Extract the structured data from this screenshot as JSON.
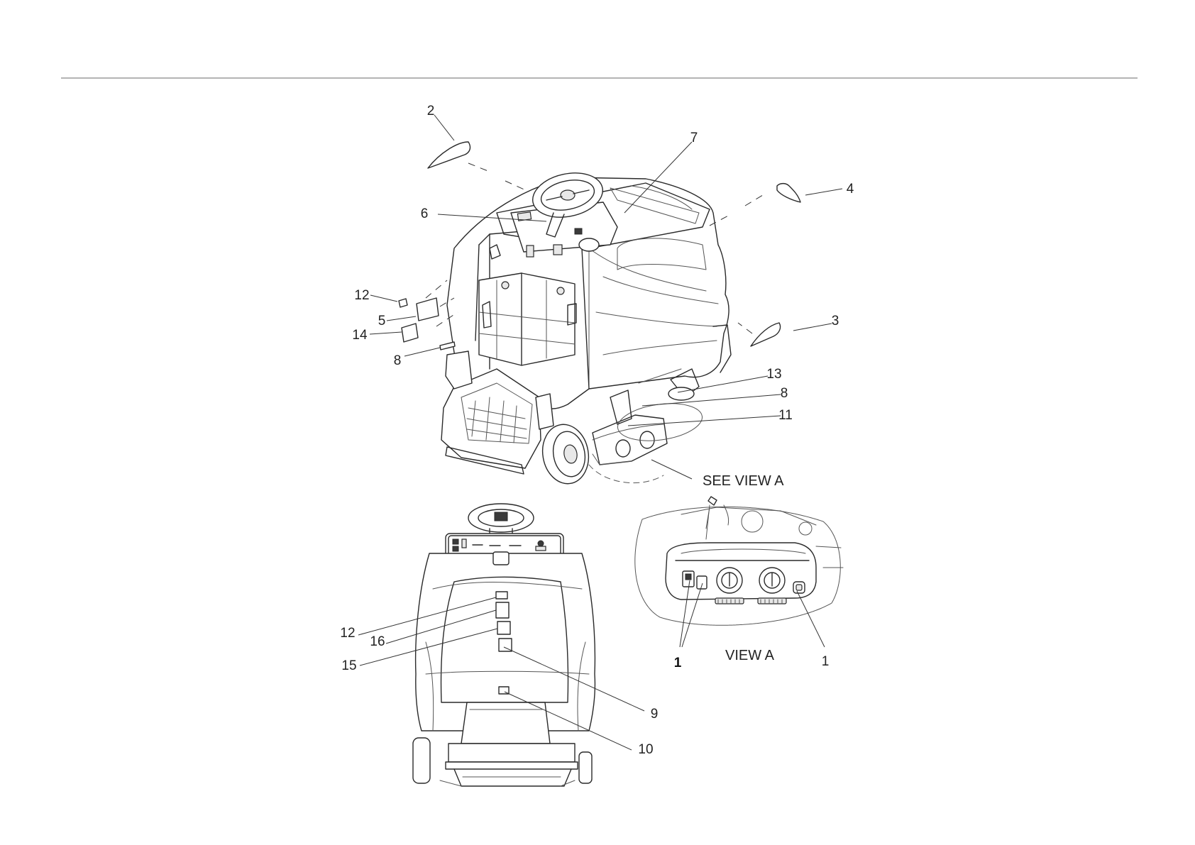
{
  "callouts": {
    "top_2": "2",
    "top_7": "7",
    "top_4": "4",
    "top_6": "6",
    "top_12": "12",
    "top_5": "5",
    "top_14": "14",
    "top_8_left": "8",
    "top_3": "3",
    "top_13": "13",
    "top_8_right": "8",
    "top_11": "11",
    "rear_12": "12",
    "rear_16": "16",
    "rear_15": "15",
    "rear_9": "9",
    "rear_10": "10",
    "viewa_1_left": "1",
    "viewa_1_right": "1"
  },
  "captions": {
    "see_view_a": "SEE VIEW A",
    "view_a": "VIEW A"
  }
}
